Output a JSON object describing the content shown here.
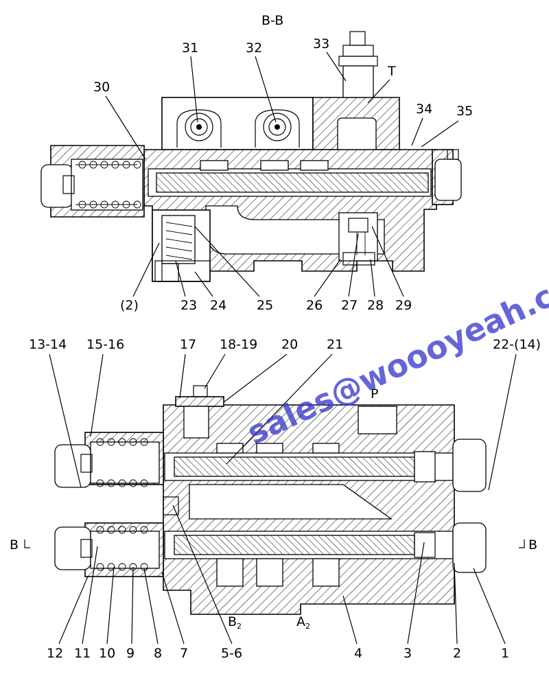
{
  "section_title": "B-B",
  "watermark": "sales@woooyeah.com",
  "port_labels": {
    "tank": "T",
    "pressure": "P",
    "b2_main": "B",
    "b2_sub": "2",
    "a2_main": "A",
    "a2_sub": "2"
  },
  "section_marks": {
    "left": "B",
    "right": "B"
  },
  "top_callouts": [
    "31",
    "32",
    "33",
    "30",
    "34",
    "35",
    "(2)",
    "23",
    "24",
    "25",
    "26",
    "27",
    "28",
    "29"
  ],
  "bottom_callouts_upper": [
    "13-14",
    "15-16",
    "17",
    "18-19",
    "20",
    "21",
    "22-(14)"
  ],
  "bottom_callouts_lower": [
    "12",
    "11",
    "10",
    "9",
    "8",
    "7",
    "5-6",
    "4",
    "3",
    "2",
    "1"
  ]
}
